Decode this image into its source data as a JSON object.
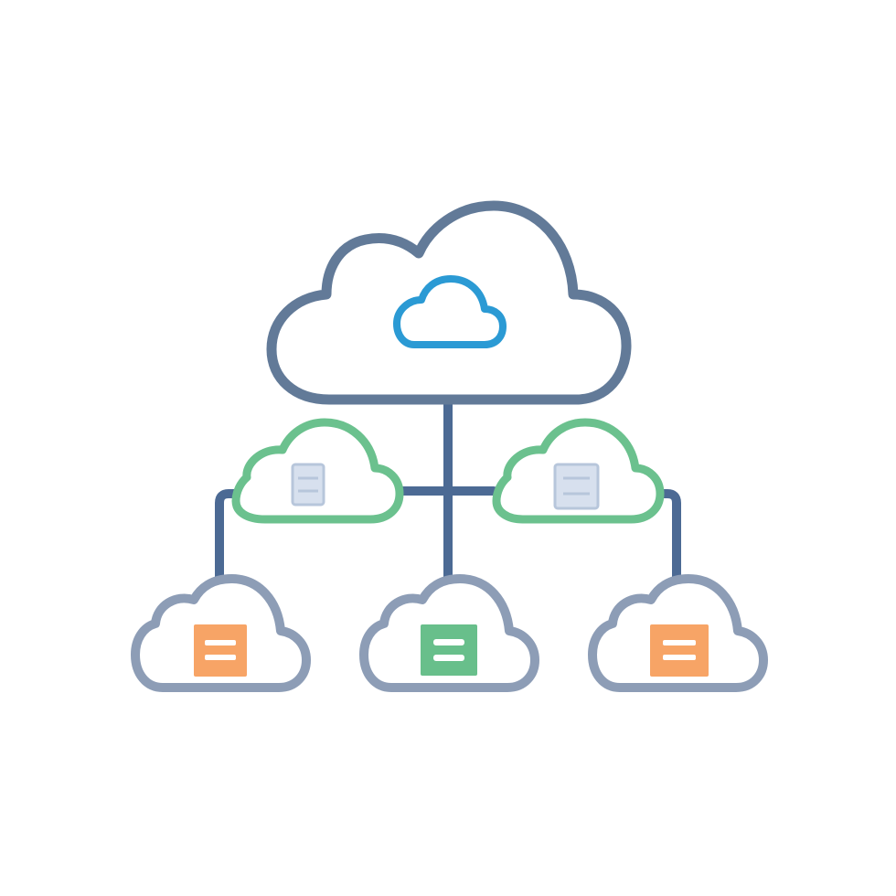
{
  "diagram": {
    "colors": {
      "background": "#ffffff",
      "root_outline": "#627a98",
      "root_icon": "#2b9ad4",
      "mid_outline": "#6bc18e",
      "mid_server_fill": "#d7e0ee",
      "mid_server_stroke": "#b7c6db",
      "connector": "#4c6a94",
      "leaf_outline": "#8d9db6",
      "leaf_server_orange": "#f7a466",
      "leaf_server_green": "#68bf8b"
    },
    "nodes": [
      {
        "id": "root-cloud",
        "level": "root",
        "icon": "cloud-icon"
      },
      {
        "id": "mid-cloud-left",
        "level": "mid",
        "icon": "server-icon"
      },
      {
        "id": "mid-cloud-right",
        "level": "mid",
        "icon": "server-icon"
      },
      {
        "id": "leaf-cloud-left",
        "level": "leaf",
        "icon": "server-icon",
        "server_color": "orange"
      },
      {
        "id": "leaf-cloud-center",
        "level": "leaf",
        "icon": "server-icon",
        "server_color": "green"
      },
      {
        "id": "leaf-cloud-right",
        "level": "leaf",
        "icon": "server-icon",
        "server_color": "orange"
      }
    ],
    "edges": [
      [
        "root-cloud",
        "mid-cloud-left"
      ],
      [
        "root-cloud",
        "mid-cloud-right"
      ],
      [
        "root-cloud",
        "leaf-cloud-center"
      ],
      [
        "mid-cloud-left",
        "leaf-cloud-left"
      ],
      [
        "mid-cloud-right",
        "leaf-cloud-right"
      ]
    ]
  }
}
